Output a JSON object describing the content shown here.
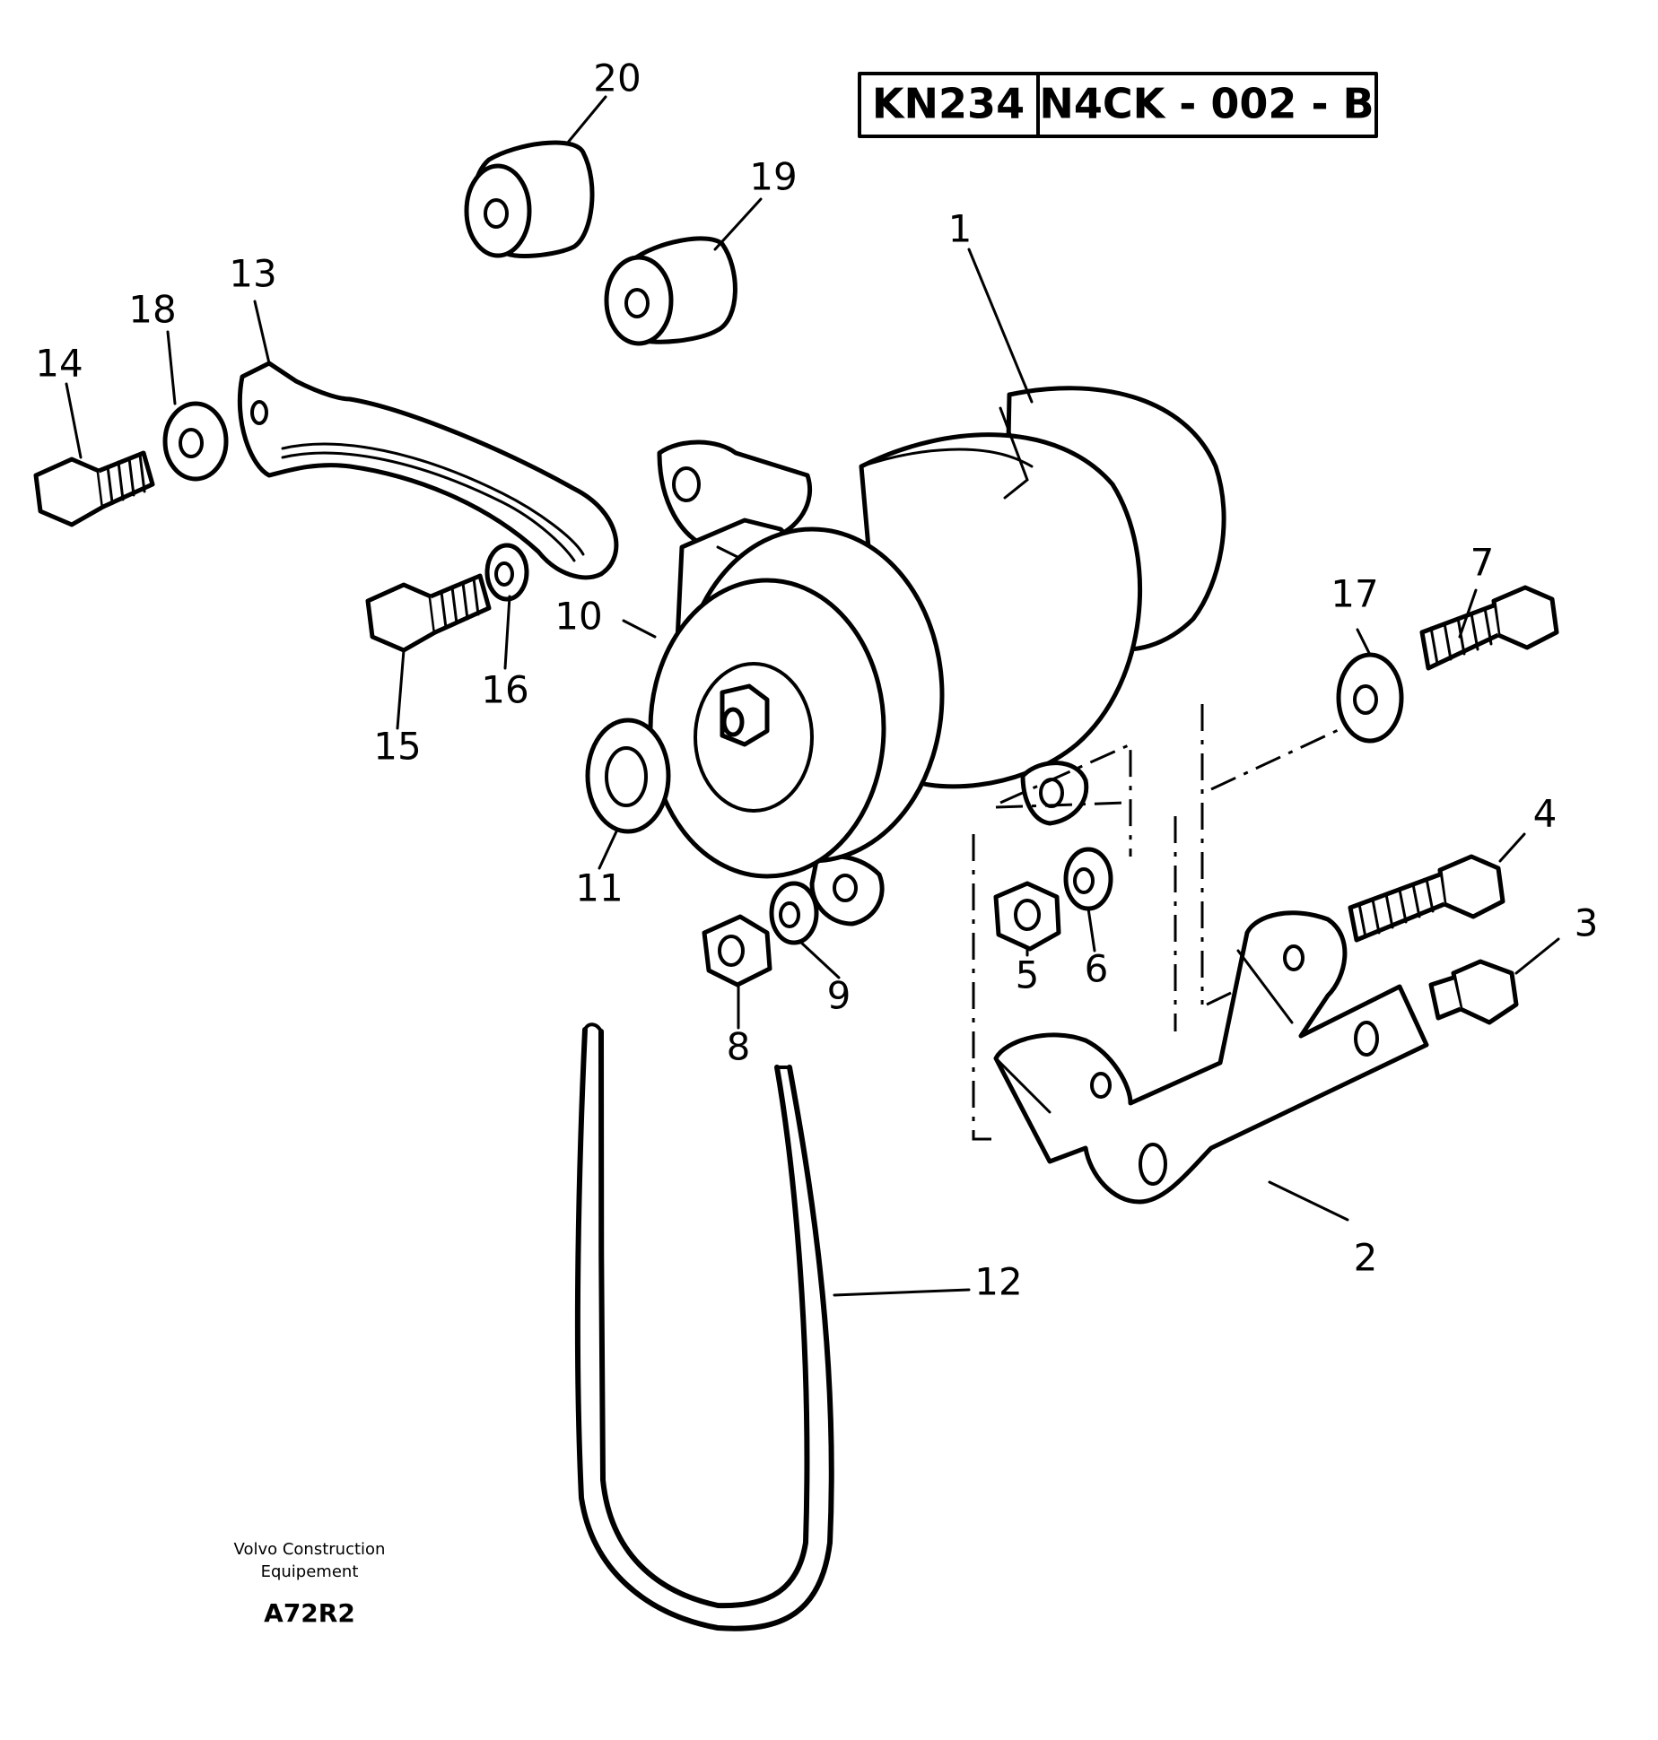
{
  "reference": {
    "code_left": "KN234",
    "code_right": "N4CK - 002 - B"
  },
  "callouts": {
    "p1": "1",
    "p2": "2",
    "p3": "3",
    "p4": "4",
    "p5": "5",
    "p6": "6",
    "p7": "7",
    "p8": "8",
    "p9": "9",
    "p10": "10",
    "p11": "11",
    "p12": "12",
    "p13": "13",
    "p14": "14",
    "p15": "15",
    "p16": "16",
    "p17": "17",
    "p18": "18",
    "p19": "19",
    "p20": "20"
  },
  "footer": {
    "company_line1": "Volvo Construction",
    "company_line2": "Equipement",
    "drawing_code": "A72R2"
  }
}
